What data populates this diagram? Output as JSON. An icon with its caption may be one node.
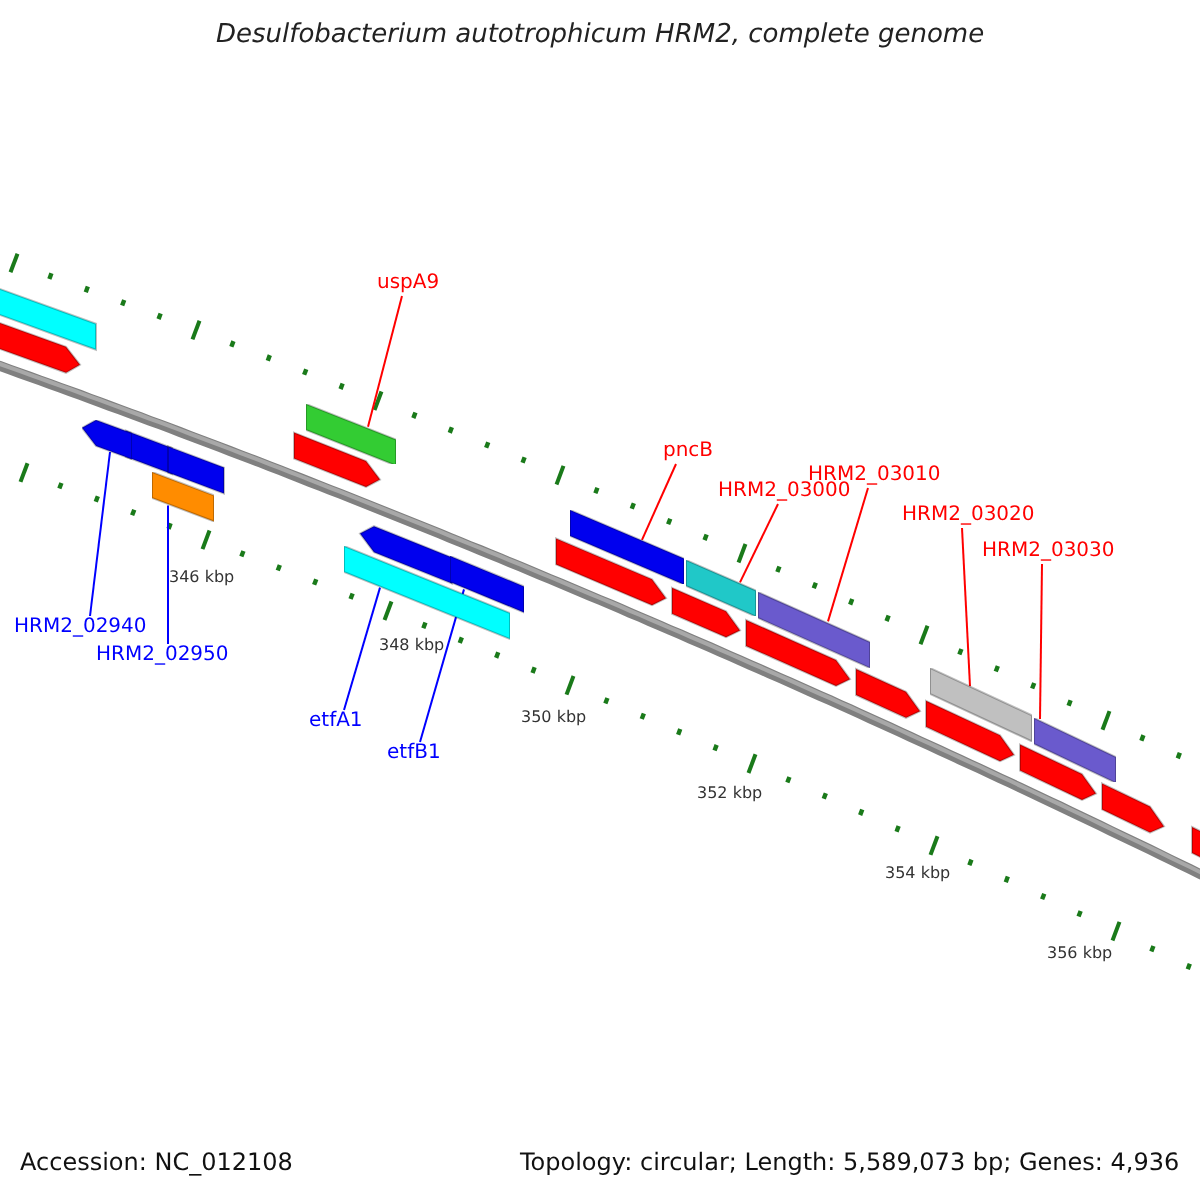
{
  "diagram": {
    "title": "Desulfobacterium autotrophicum HRM2, complete genome",
    "nodes": [
      {
        "text": [
          "uspA9"
        ]
      },
      {
        "text": [
          "pncB"
        ]
      },
      {
        "text": [
          "HRM2_03000"
        ]
      },
      {
        "text": [
          "HRM2_03010"
        ]
      },
      {
        "text": [
          "HRM2_03020"
        ]
      },
      {
        "text": [
          "HRM2_03030"
        ]
      },
      {
        "text": [
          "HRM2_02940"
        ]
      },
      {
        "text": [
          "HRM2_02950"
        ]
      },
      {
        "text": [
          "etfA1"
        ]
      },
      {
        "text": [
          "etfB1"
        ]
      },
      {
        "text": [],
        "shape": "bar"
      },
      {
        "text": [],
        "shape": "bar"
      },
      {
        "text": [],
        "shape": "bar"
      },
      {
        "text": [],
        "shape": "bar"
      },
      {
        "text": [],
        "shape": "bar"
      },
      {
        "text": [],
        "shape": "bar"
      },
      {
        "text": [],
        "shape": "bar"
      },
      {
        "text": [],
        "shape": "bar"
      },
      {
        "text": [],
        "shape": "bar"
      },
      {
        "text": [],
        "shape": "bar"
      }
    ],
    "edges": [
      {
        "from": 0,
        "to": 12,
        "arrow": "none"
      },
      {
        "from": 1,
        "to": 15,
        "arrow": "none"
      },
      {
        "from": 2,
        "to": 16,
        "arrow": "none"
      },
      {
        "from": 3,
        "to": 17,
        "arrow": "none"
      },
      {
        "from": 4,
        "to": 18,
        "arrow": "none"
      },
      {
        "from": 5,
        "to": 19,
        "arrow": "none"
      },
      {
        "from": 6,
        "to": 10,
        "arrow": "none",
        "color": "#0000ff"
      },
      {
        "from": 7,
        "to": 11,
        "arrow": "none",
        "color": "#0000ff"
      },
      {
        "from": 8,
        "to": 13,
        "arrow": "none",
        "color": "#0000ff"
      },
      {
        "from": 9,
        "to": 14,
        "arrow": "none",
        "color": "#0000ff"
      }
    ],
    "labels": [
      "346 kbp",
      "348 kbp",
      "350 kbp",
      "352 kbp",
      "354 kbp",
      "356 kbp",
      "Accession: NC_012108",
      "Topology: circular; Length: 5,589,073 bp; Genes: 4,936"
    ]
  }
}
